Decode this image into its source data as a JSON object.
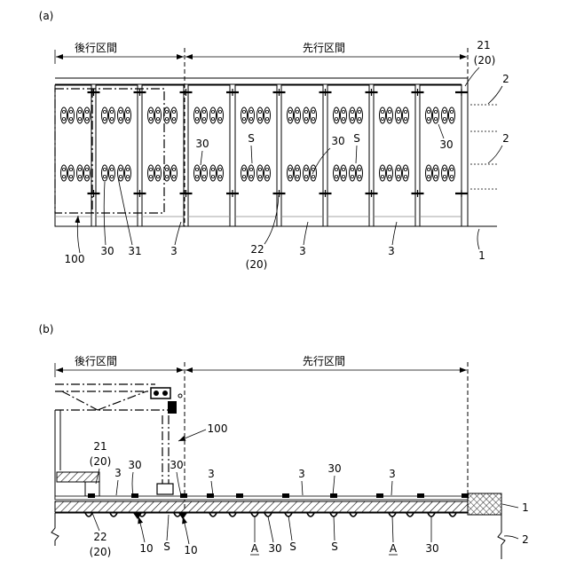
{
  "colors": {
    "line": "#000000",
    "background": "#ffffff"
  },
  "panel_a": {
    "tag": "(a)",
    "sections": {
      "rear": "後行区間",
      "front": "先行区間"
    },
    "callouts": {
      "ref_21": "21",
      "ref_21_group": "(20)",
      "ref_2_upper": "2",
      "ref_2_lower": "2",
      "ref_30_a": "30",
      "ref_s_a": "S",
      "ref_30_b": "30",
      "ref_s_b": "S",
      "ref_30_c": "30",
      "ref_22": "22",
      "ref_22_group": "(20)",
      "ref_100": "100",
      "ref_30_d": "30",
      "ref_31": "31",
      "ref_3_a": "3",
      "ref_3_b": "3",
      "ref_3_c": "3",
      "ref_1": "1"
    }
  },
  "panel_b": {
    "tag": "(b)",
    "sections": {
      "rear": "後行区間",
      "front": "先行区間"
    },
    "callouts": {
      "ref_100": "100",
      "ref_21": "21",
      "ref_21_group": "(20)",
      "ref_30_a": "30",
      "ref_3_a": "3",
      "ref_30_b": "30",
      "ref_3_b": "3",
      "ref_3_c": "3",
      "ref_30_c": "30",
      "ref_3_d": "3",
      "ref_1": "1",
      "ref_2": "2",
      "ref_22": "22",
      "ref_22_group": "(20)",
      "ref_10_a": "10",
      "ref_s_a": "S",
      "ref_10_b": "10",
      "ref_a_a": "A",
      "ref_30_d": "30",
      "ref_s_b": "S",
      "ref_s_c": "S",
      "ref_a_b": "A",
      "ref_30_e": "30"
    }
  }
}
